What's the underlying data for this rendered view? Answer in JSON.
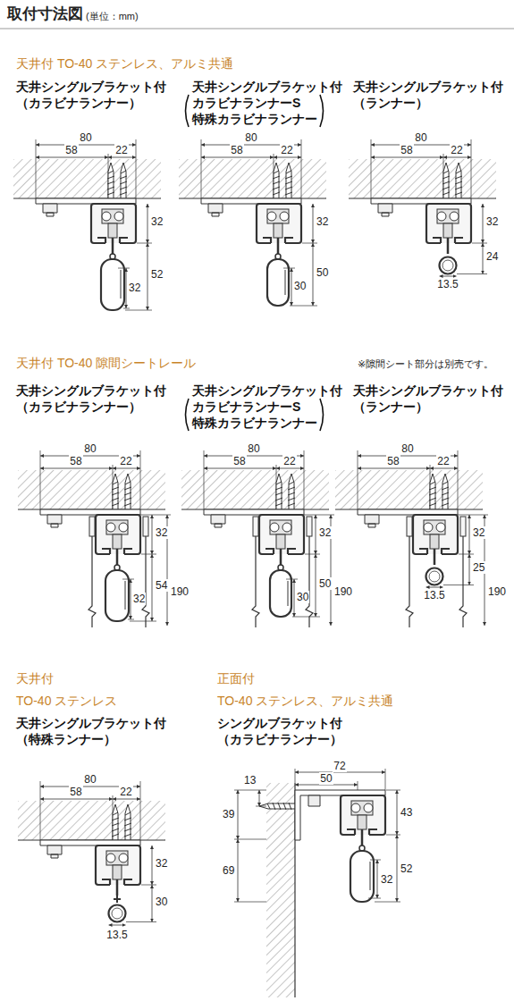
{
  "diagram": {
    "title": "取付寸法図",
    "labels": [
      "(単位：mm)",
      "天井付 TO-40 ステンレス、アルミ共通",
      "天井シングルブラケット付",
      "（カラビナランナー）",
      "天井シングルブラケット付",
      "カラビナランナーS",
      "特殊カラビナランナー",
      "天井シングルブラケット付",
      "（ランナー）",
      "80",
      "58",
      "22",
      "32",
      "52",
      "32",
      "80",
      "58",
      "22",
      "32",
      "50",
      "30",
      "80",
      "58",
      "22",
      "32",
      "24",
      "13.5",
      "天井付 TO-40 隙間シートレール",
      "※隙間シート部分は別売です。",
      "天井シングルブラケット付",
      "（カラビナランナー）",
      "天井シングルブラケット付",
      "カラビナランナーS",
      "特殊カラビナランナー",
      "天井シングルブラケット付",
      "（ランナー）",
      "80",
      "58",
      "22",
      "32",
      "54",
      "32",
      "190",
      "80",
      "58",
      "22",
      "32",
      "50",
      "30",
      "190",
      "80",
      "58",
      "22",
      "32",
      "25",
      "13.5",
      "190",
      "天井付",
      "TO-40 ステンレス",
      "天井シングルブラケット付",
      "（特殊ランナー）",
      "80",
      "58",
      "22",
      "32",
      "30",
      "13.5",
      "正面付",
      "TO-40 ステンレス、アルミ共通",
      "シングルブラケット付",
      "（カラビナランナー）",
      "72",
      "50",
      "13",
      "39",
      "43",
      "69",
      "52",
      "32"
    ]
  }
}
